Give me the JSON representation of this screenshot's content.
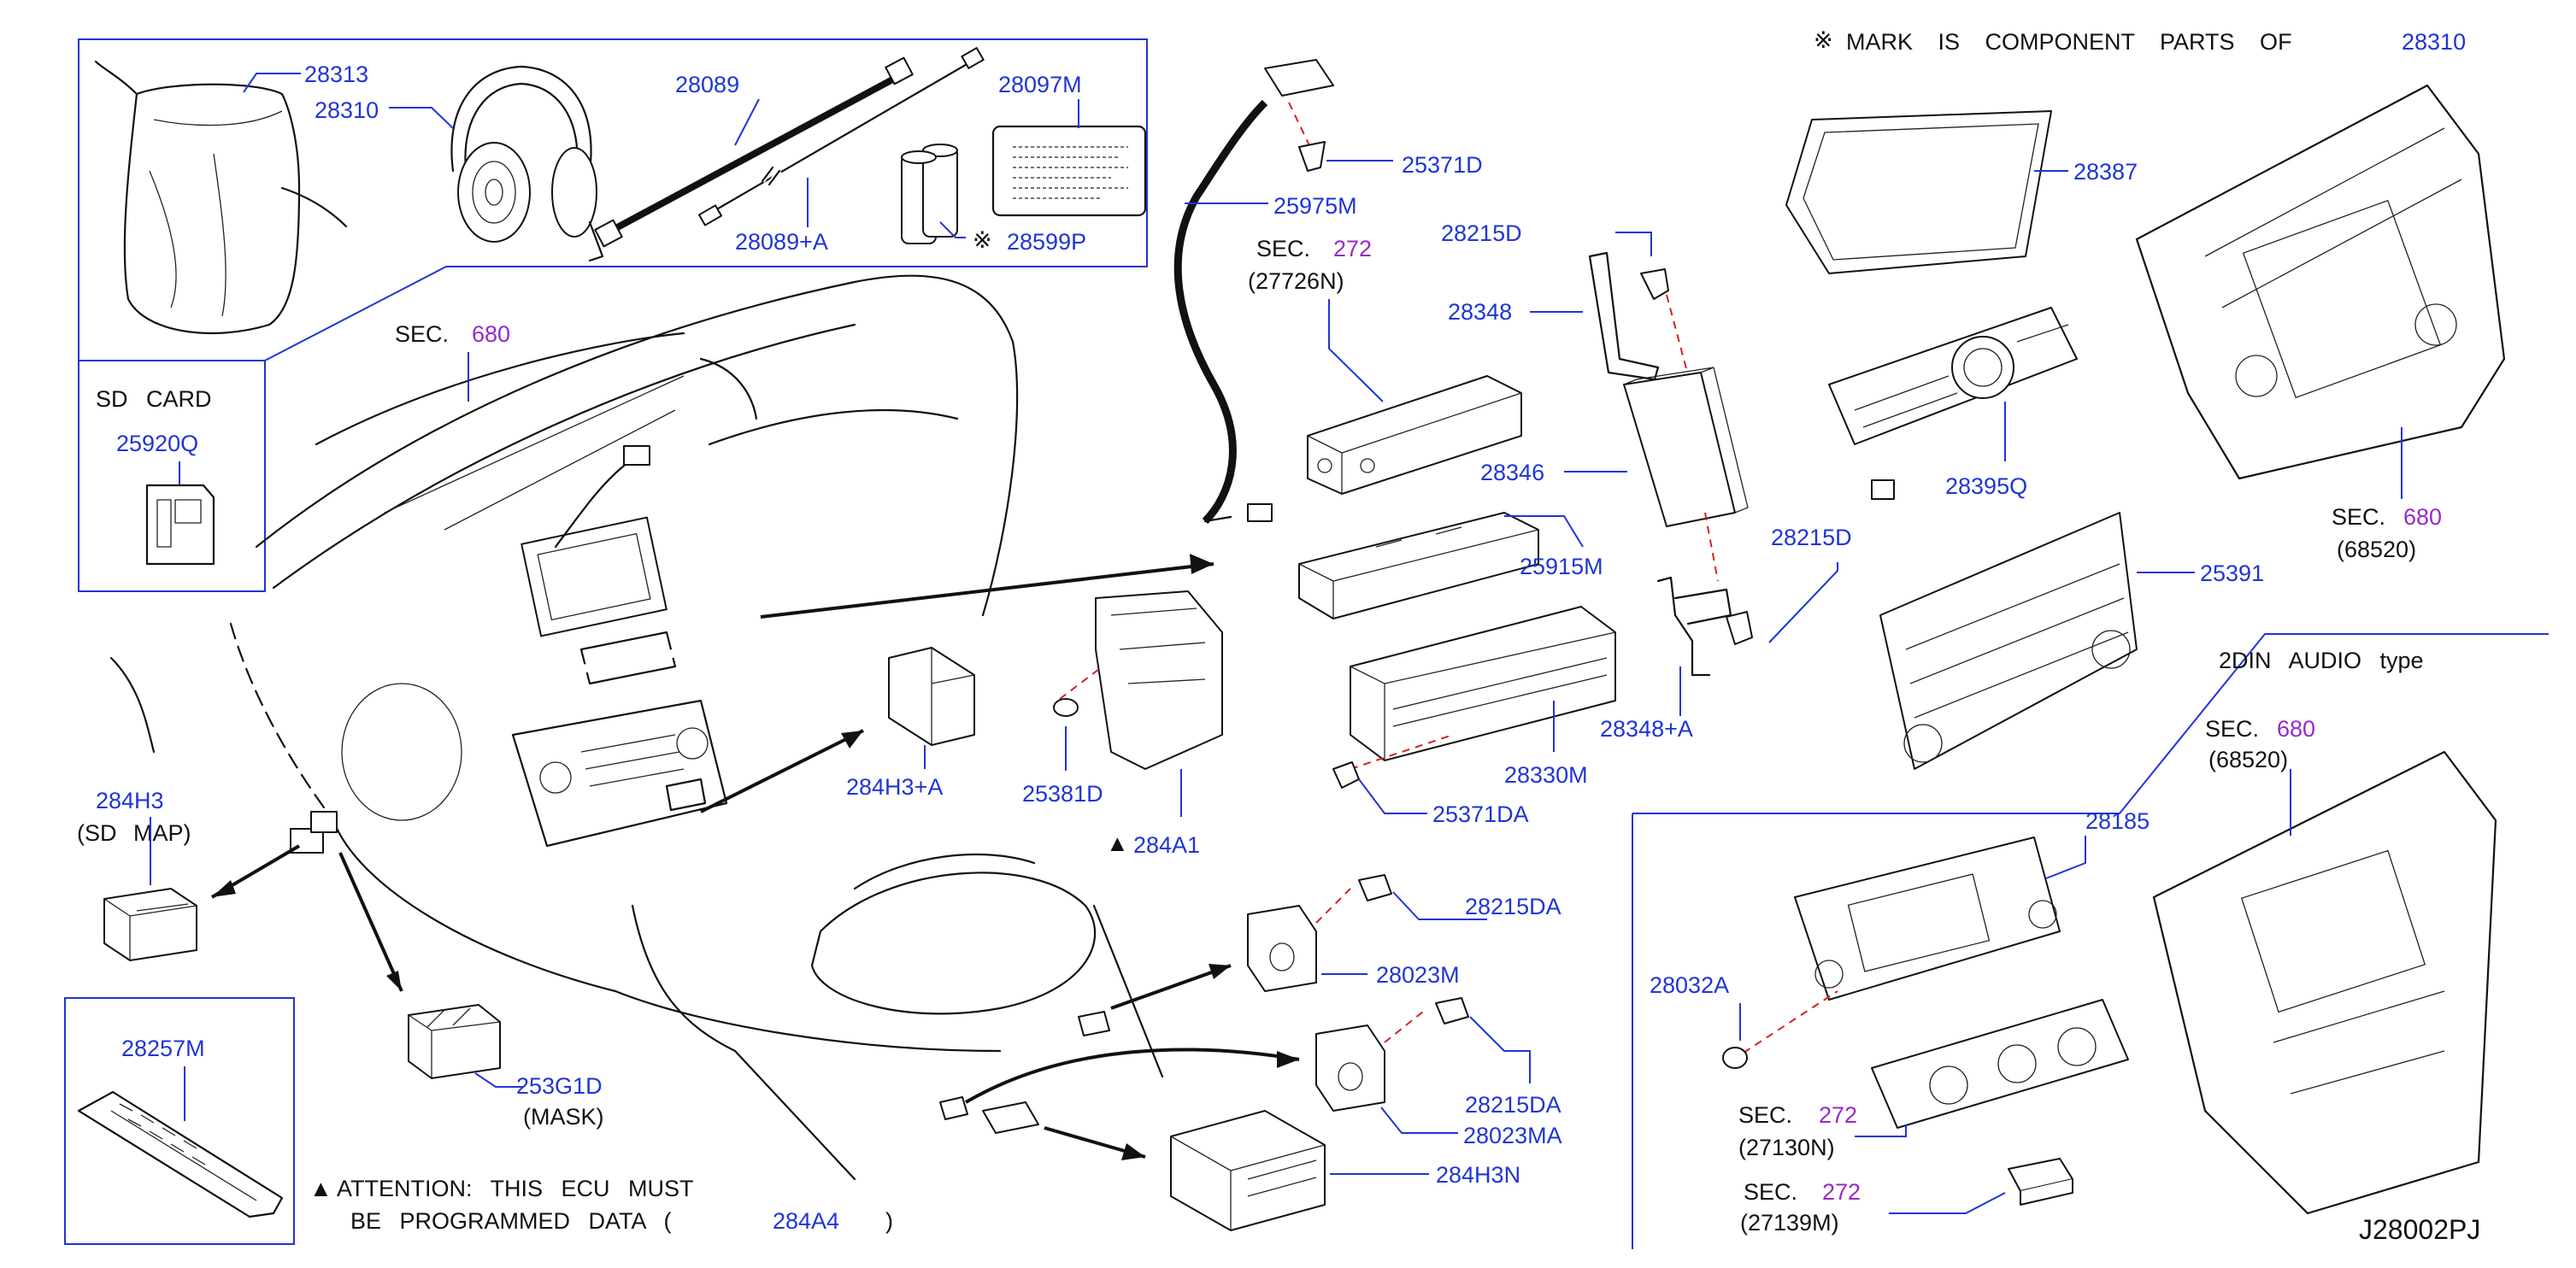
{
  "header_note": {
    "mark": "※",
    "text": "MARK IS COMPONENT PARTS OF",
    "part": "28310"
  },
  "diagram_id": "J28002PJ",
  "callouts": {
    "p28313": "28313",
    "p28310": "28310",
    "p28089": "28089",
    "p28097M": "28097M",
    "p28089A": "28089+A",
    "p28599P": "28599P",
    "p25371D": "25371D",
    "p25975M": "25975M",
    "p28215D_top": "28215D",
    "p28348": "28348",
    "p28387": "28387",
    "p28395Q": "28395Q",
    "p28346": "28346",
    "p25915M": "25915M",
    "p28215D_mid": "28215D",
    "p25391": "25391",
    "p28348A": "28348+A",
    "p28330M": "28330M",
    "p25371DA": "25371DA",
    "p25381D": "25381D",
    "p284A1": "284A1",
    "p284H3A": "284H3+A",
    "p25920Q": "25920Q",
    "p284H3": "284H3",
    "p253G1D": "253G1D",
    "p28257M": "28257M",
    "p28215DA_1": "28215DA",
    "p28023M": "28023M",
    "p28215DA_2": "28215DA",
    "p28023MA": "28023MA",
    "p284H3N": "284H3N",
    "p28185": "28185",
    "p28032A": "28032A",
    "p284A4": "284A4"
  },
  "captions": {
    "sd_card": "SD CARD",
    "sd_map": "(SD MAP)",
    "mask": "(MASK)",
    "two_din": "2DIN AUDIO type",
    "attention_line1": "ATTENTION: THIS ECU MUST",
    "attention_line2": "BE PROGRAMMED DATA (",
    "attention_close": ")",
    "triangle": "▲"
  },
  "section_refs": {
    "sec_label": "SEC.",
    "s680_dash": "680",
    "s272_top": "272",
    "s272_top_sub": "(27726N)",
    "s680_right": "680",
    "s680_right_sub": "(68520)",
    "s680_lower": "680",
    "s680_lower_sub": "(68520)",
    "s272_a": "272",
    "s272_a_sub": "(27130N)",
    "s272_b": "272",
    "s272_b_sub": "(27139M)"
  },
  "colors": {
    "callout_blue": "#1f35d6",
    "section_purple": "#9a28c8",
    "connector_red": "#d42020",
    "line_black": "#111111"
  }
}
